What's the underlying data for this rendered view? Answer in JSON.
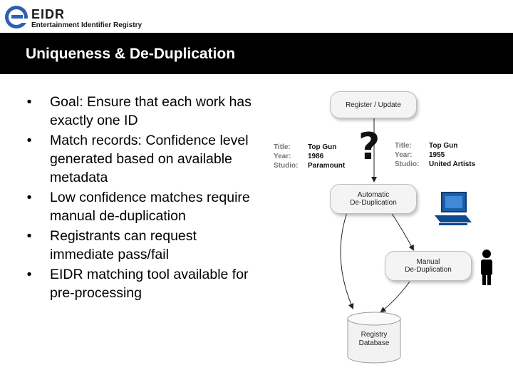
{
  "logo": {
    "word": "EIDR",
    "tagline": "Entertainment Identifier Registry"
  },
  "slide": {
    "title": "Uniqueness & De-Duplication"
  },
  "bullets": [
    "Goal: Ensure that each work has exactly one ID",
    "Match records: Confidence level generated based on available metadata",
    "Low confidence matches require manual de-duplication",
    "Registrants can request immediate pass/fail",
    "EIDR matching tool available for pre-processing"
  ],
  "bullet_glyph": "•",
  "diagram": {
    "register": "Register / Update",
    "automatic_line1": "Automatic",
    "automatic_line2": "De-Duplication",
    "manual_line1": "Manual",
    "manual_line2": "De-Duplication",
    "db_line1": "Registry",
    "db_line2": "Database",
    "question_mark": "?",
    "record_left": {
      "title_label": "Title:",
      "title": "Top Gun",
      "year_label": "Year:",
      "year": "1986",
      "studio_label": "Studio:",
      "studio": "Paramount"
    },
    "record_right": {
      "title_label": "Title:",
      "title": "Top Gun",
      "year_label": "Year:",
      "year": "1955",
      "studio_label": "Studio:",
      "studio": "United Artists"
    }
  }
}
